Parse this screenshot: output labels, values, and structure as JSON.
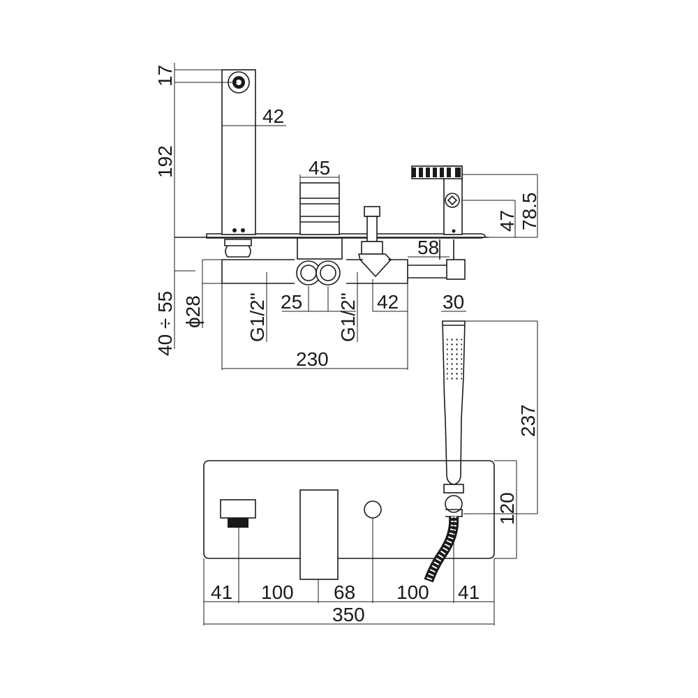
{
  "dimensions": {
    "spout_outlet": "17",
    "spout_height": "192",
    "spout_depth": "42",
    "mixer_width": "45",
    "handshower_holder_a": "47",
    "handshower_holder_b": "78.5",
    "outlet_offset": "58",
    "wall_depth": "40 ÷ 55",
    "pipe_diameter": "ϕ28",
    "inlet_left": "G1/2\"",
    "inlet_spacing": "25",
    "inlet_right": "G1/2\"",
    "diverter_offset": "42",
    "hose_connector": "30",
    "body_length": "230",
    "handshower_length": "237",
    "plate_height": "120",
    "front_41_left": "41",
    "front_100_left": "100",
    "front_68": "68",
    "front_100_right": "100",
    "front_41_right": "41",
    "plate_width": "350"
  }
}
